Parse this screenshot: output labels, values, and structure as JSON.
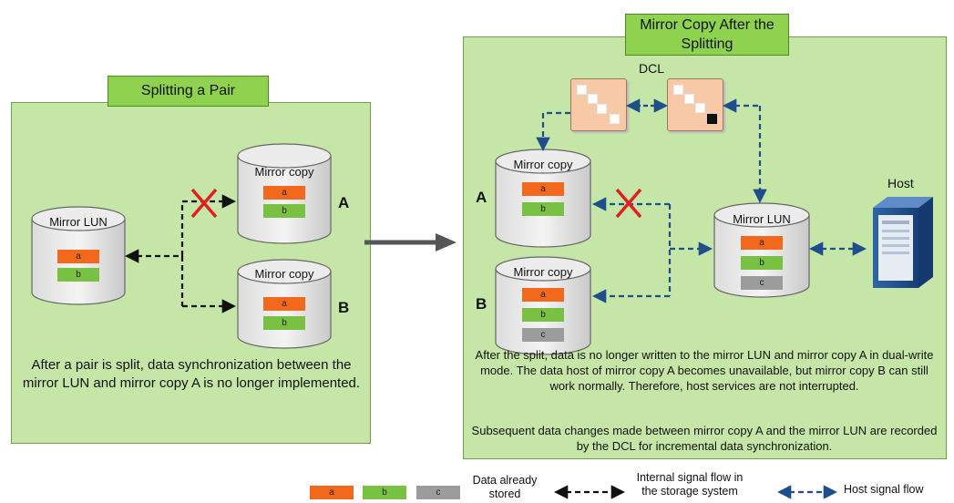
{
  "left_panel": {
    "title": "Splitting a Pair",
    "mirror_lun": {
      "label": "Mirror LUN",
      "blocks": [
        "a",
        "b"
      ]
    },
    "copy_a": {
      "label": "Mirror copy",
      "letter": "A",
      "blocks": [
        "a",
        "b"
      ]
    },
    "copy_b": {
      "label": "Mirror copy",
      "letter": "B",
      "blocks": [
        "a",
        "b"
      ]
    },
    "description": "After a pair is split, data synchronization between the mirror LUN and mirror copy A is no longer implemented."
  },
  "right_panel": {
    "title": "Mirror Copy After the Splitting",
    "dcl_label": "DCL",
    "host_label": "Host",
    "copy_a": {
      "label": "Mirror copy",
      "letter": "A",
      "blocks": [
        "a",
        "b"
      ]
    },
    "copy_b": {
      "label": "Mirror copy",
      "letter": "B",
      "blocks": [
        "a",
        "b",
        "c"
      ]
    },
    "mirror_lun": {
      "label": "Mirror LUN",
      "blocks": [
        "a",
        "b",
        "c"
      ]
    },
    "description_1": "After the split, data is no longer written to the mirror LUN and mirror copy A in dual-write mode. The data host of mirror copy A becomes unavailable, but mirror copy B can still work normally. Therefore, host services are not interrupted.",
    "description_2": "Subsequent data changes made between mirror copy A and the mirror LUN are recorded by the DCL for incremental data synchronization."
  },
  "legend": {
    "blocks": [
      "a",
      "b",
      "c"
    ],
    "data_stored": "Data already stored",
    "internal_flow": "Internal signal flow in the storage system",
    "host_flow": "Host signal flow"
  },
  "colors": {
    "panel_fill": "#c5e6a6",
    "title_fill": "#8ed24f",
    "block_a": "#f2691e",
    "block_b": "#79c142",
    "block_c": "#9c9c9c",
    "host_flow_arrow": "#1f4e8c",
    "split_mark": "#e02020",
    "dcl_fill": "#f7c9a6"
  }
}
